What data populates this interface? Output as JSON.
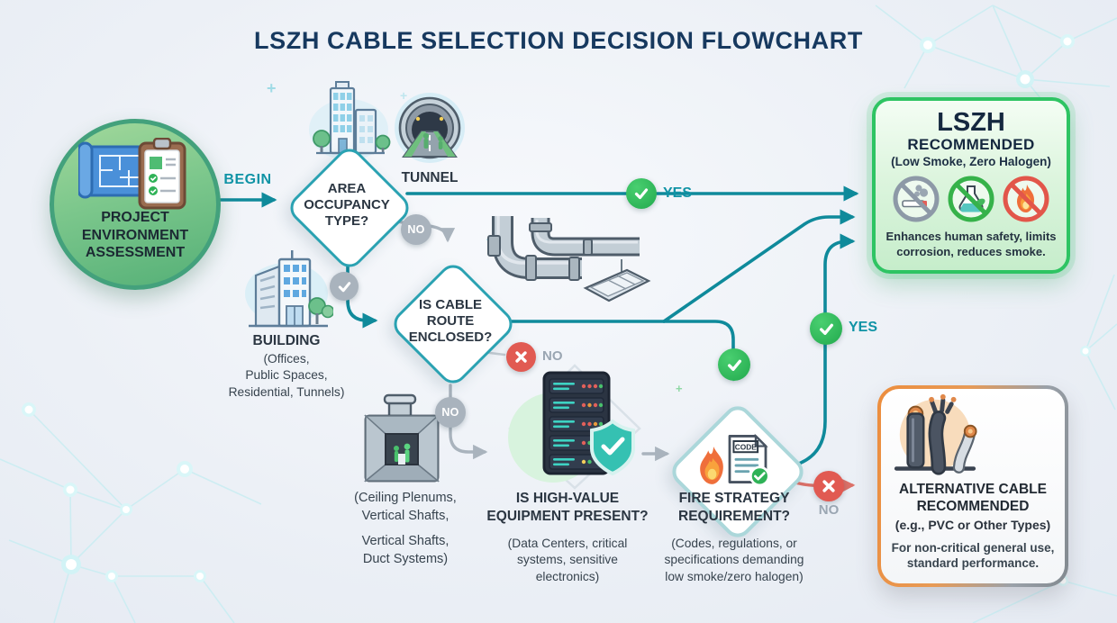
{
  "title": "LSZH CABLE SELECTION DECISION FLOWCHART",
  "edges": {
    "begin": "BEGIN",
    "area_yes": "YES",
    "area_no": "NO",
    "route_no_label": "NO",
    "route_no_down": "NO",
    "fire_yes": "YES",
    "fire_no": "NO"
  },
  "nodes": {
    "start": {
      "lines": [
        "PROJECT",
        "ENVIRONMENT",
        "ASSESSMENT"
      ]
    },
    "area_occupancy": {
      "lines": [
        "AREA",
        "OCCUPANCY",
        "TYPE?"
      ]
    },
    "tunnel": {
      "label": "TUNNEL"
    },
    "building": {
      "label": "BUILDING",
      "sublines": [
        "(Offices,",
        "Public Spaces,",
        "Residential, Tunnels)"
      ]
    },
    "cable_route": {
      "lines": [
        "IS CABLE",
        "ROUTE",
        "ENCLOSED?"
      ]
    },
    "enclosed_examples": {
      "block1": [
        "(Ceiling Plenums,",
        "Vertical Shafts,"
      ],
      "block2": [
        "Vertical Shafts,",
        "Duct Systems)"
      ]
    },
    "equipment": {
      "title_lines": [
        "IS HIGH-VALUE",
        "EQUIPMENT PRESENT?"
      ],
      "sublines": [
        "(Data Centers, critical",
        "systems, sensitive",
        "electronics)"
      ]
    },
    "fire_strategy": {
      "title_lines": [
        "FIRE STRATEGY",
        "REQUIREMENT?"
      ],
      "sublines": [
        "(Codes, regulations, or",
        "specifications demanding",
        "low smoke/zero halogen)"
      ],
      "code_label": "CODE"
    }
  },
  "outcomes": {
    "lszh": {
      "title": "LSZH",
      "subtitle": "RECOMMENDED",
      "tagline": "(Low Smoke, Zero Halogen)",
      "icons": [
        "no-smoking-icon",
        "no-halogen-flask-icon",
        "no-fire-icon"
      ],
      "body_lines": [
        "Enhances human safety, limits",
        "corrosion, reduces smoke."
      ]
    },
    "alternative": {
      "title_lines": [
        "ALTERNATIVE CABLE",
        "RECOMMENDED"
      ],
      "subtitle": "(e.g., PVC or Other Types)",
      "body_lines": [
        "For non-critical general use,",
        "standard performance."
      ]
    }
  },
  "colors": {
    "teal": "#0f8a9b",
    "green": "#2eb45c",
    "gray": "#a9b3bd",
    "red": "#e15a52",
    "navy": "#17395f",
    "lszh_border": "#2ec463",
    "alt_orange": "#ec8d3d"
  }
}
